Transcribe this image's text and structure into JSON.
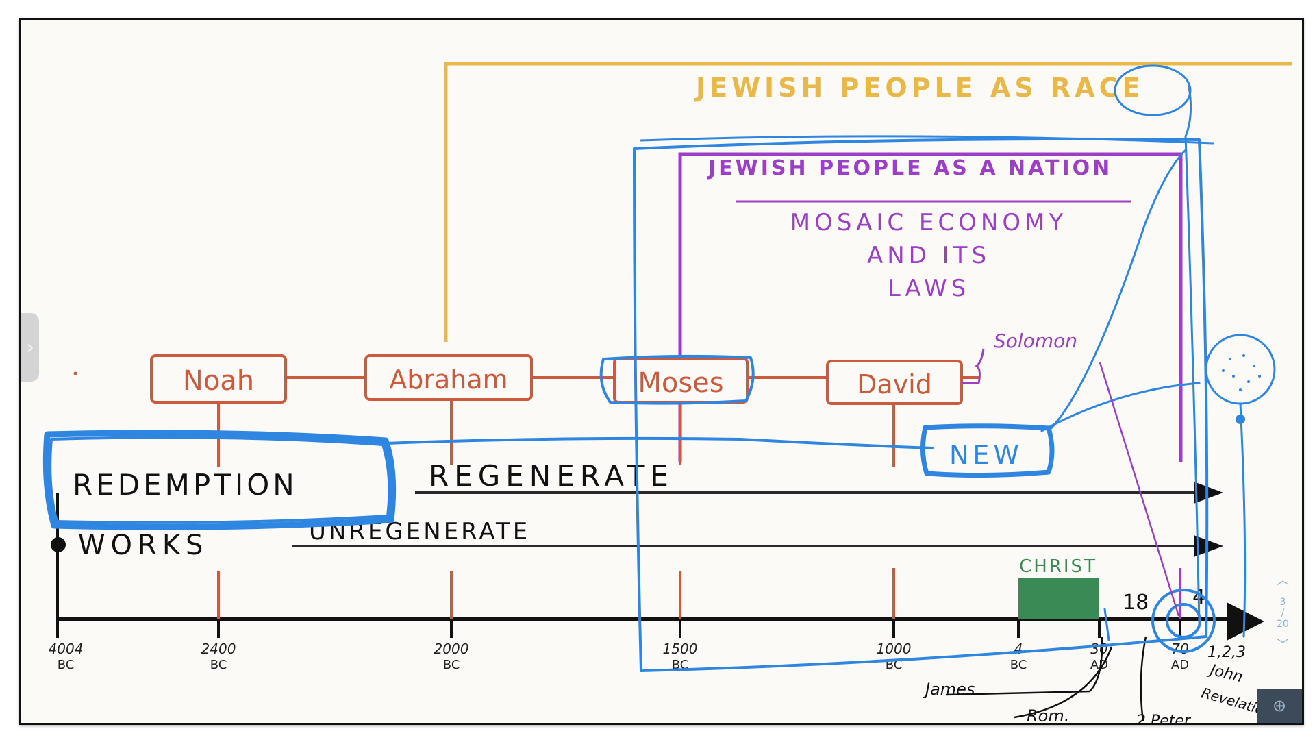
{
  "diagram": {
    "race_label": "JEWISH PEOPLE AS RACE",
    "nation_label": "JEWISH PEOPLE AS A NATION",
    "mosaic_lines": [
      "MOSAIC ECONOMY",
      "AND ITS",
      "LAWS"
    ],
    "people": [
      "Noah",
      "Abraham",
      "Moses",
      "David"
    ],
    "solomon_label": "Solomon",
    "new_label": "NEW",
    "redemption_label": "REDEMPTION",
    "regenerate_label": "REGENERATE",
    "works_label": "WORKS",
    "unregenerate_label": "UNREGENERATE",
    "christ_label": "CHRIST",
    "num_18": "18",
    "num_4": "4",
    "timeline_ticks": [
      {
        "year": "4004",
        "era": "BC"
      },
      {
        "year": "2400",
        "era": "BC"
      },
      {
        "year": "2000",
        "era": "BC"
      },
      {
        "year": "1500",
        "era": "BC"
      },
      {
        "year": "1000",
        "era": "BC"
      },
      {
        "year": "4",
        "era": "BC"
      },
      {
        "year": "30",
        "era": "AD"
      },
      {
        "year": "70",
        "era": "AD"
      }
    ],
    "annotations": {
      "james": "James",
      "romans": "Rom.",
      "peter": "2 Peter",
      "john_verse": "1,2,3",
      "john": "John",
      "revelation": "Revelation"
    },
    "colors": {
      "race": "#e8b84a",
      "nation": "#9b3fc4",
      "people": "#cc5a3c",
      "ink_blue": "#2f86e0",
      "christ": "#3a8a55",
      "ink": "#151515"
    }
  },
  "viewer": {
    "page_current": "3",
    "page_total": "20",
    "side_tab_icon": "›",
    "zoom_icon": "⊕"
  }
}
